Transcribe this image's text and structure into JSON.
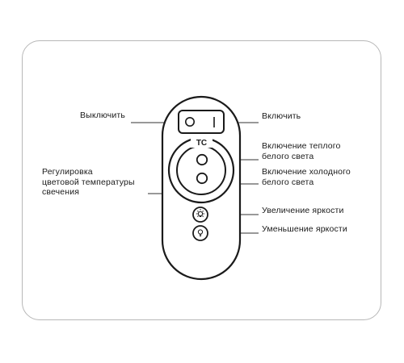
{
  "labels": {
    "turn_off": "Выключить",
    "turn_on": "Включить",
    "warm_white": "Включение теплого\nбелого света",
    "cold_white": "Включение холодного\nбелого света",
    "color_temp": "Регулировка\nцветовой температуры\nсвечения",
    "brightness_up": "Увеличение яркости",
    "brightness_down": "Уменьшение яркости"
  },
  "remote": {
    "badge": "TC",
    "power_on_symbol": "I",
    "power_off_symbol": "O",
    "body_color": "#ffffff",
    "stroke_color": "#1a1a1a"
  },
  "colors": {
    "frame": "#b7b7b7",
    "leader_line": "#333333",
    "text": "#1a1a1a"
  },
  "icons": {
    "brightness_up": "bulb-plus-icon",
    "brightness_down": "bulb-minus-icon"
  }
}
